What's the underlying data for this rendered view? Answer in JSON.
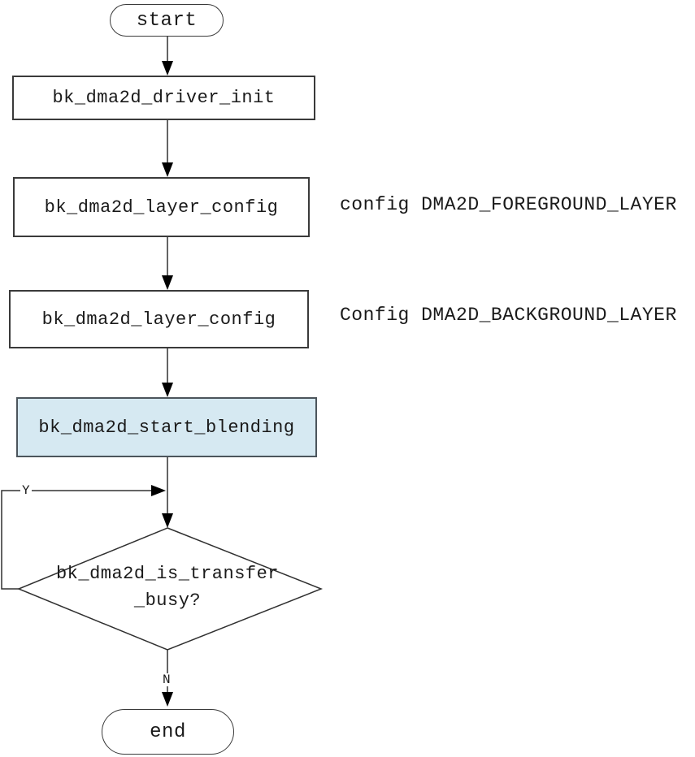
{
  "nodes": {
    "start": {
      "label": "start",
      "shape": "terminal"
    },
    "driver_init": {
      "label": "bk_dma2d_driver_init",
      "shape": "process"
    },
    "layer_config_fg": {
      "label": "bk_dma2d_layer_config",
      "shape": "process"
    },
    "layer_config_bg": {
      "label": "bk_dma2d_layer_config",
      "shape": "process"
    },
    "start_blending": {
      "label": "bk_dma2d_start_blending",
      "shape": "process-highlighted"
    },
    "is_transfer_busy": {
      "line1": "bk_dma2d_is_transfer",
      "line2": "_busy?",
      "shape": "decision"
    },
    "end": {
      "label": "end",
      "shape": "terminal"
    }
  },
  "annotations": {
    "foreground": "config DMA2D_FOREGROUND_LAYER",
    "background": "Config DMA2D_BACKGROUND_LAYER"
  },
  "edge_labels": {
    "yes": "Y",
    "no": "N"
  },
  "colors": {
    "highlight_fill": "#d6e9f2",
    "line": "#303030",
    "arrowhead": "#000000",
    "background": "#ffffff"
  }
}
